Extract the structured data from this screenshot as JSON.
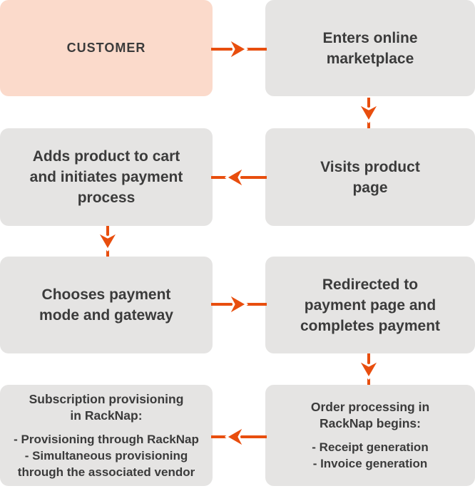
{
  "flowchart": {
    "colors": {
      "background": "#ffffff",
      "customer_box": "#fbdacb",
      "box": "#e5e4e3",
      "text": "#3b3b3b",
      "arrow": "#e84e0e",
      "arrow_outline": "#ffffff"
    },
    "boxes": [
      {
        "name": "customer",
        "title": "CUSTOMER"
      },
      {
        "name": "enters-online-marketplace",
        "title": "Enters online\nmarketplace"
      },
      {
        "name": "adds-product-to-cart",
        "title": "Adds product to cart\nand initiates payment\nprocess"
      },
      {
        "name": "visits-product-page",
        "title": "Visits product\npage"
      },
      {
        "name": "chooses-payment-mode",
        "title": "Chooses payment\nmode and gateway"
      },
      {
        "name": "redirected-to-payment-page",
        "title": "Redirected to\npayment page and\ncompletes payment"
      },
      {
        "name": "subscription-provisioning",
        "title": "Subscription provisioning\nin RackNap:",
        "items": [
          "- Provisioning through RackNap",
          "- Simultaneous provisioning\nthrough the associated vendor"
        ]
      },
      {
        "name": "order-processing",
        "title": "Order processing in\nRackNap begins:",
        "items": [
          "- Receipt generation",
          "- Invoice generation"
        ]
      }
    ],
    "arrows": [
      {
        "from": "customer",
        "to": "enters-online-marketplace",
        "direction": "right"
      },
      {
        "from": "enters-online-marketplace",
        "to": "visits-product-page",
        "direction": "down"
      },
      {
        "from": "visits-product-page",
        "to": "adds-product-to-cart",
        "direction": "left"
      },
      {
        "from": "adds-product-to-cart",
        "to": "chooses-payment-mode",
        "direction": "down"
      },
      {
        "from": "chooses-payment-mode",
        "to": "redirected-to-payment-page",
        "direction": "right"
      },
      {
        "from": "redirected-to-payment-page",
        "to": "order-processing",
        "direction": "down"
      },
      {
        "from": "order-processing",
        "to": "subscription-provisioning",
        "direction": "left"
      }
    ]
  }
}
